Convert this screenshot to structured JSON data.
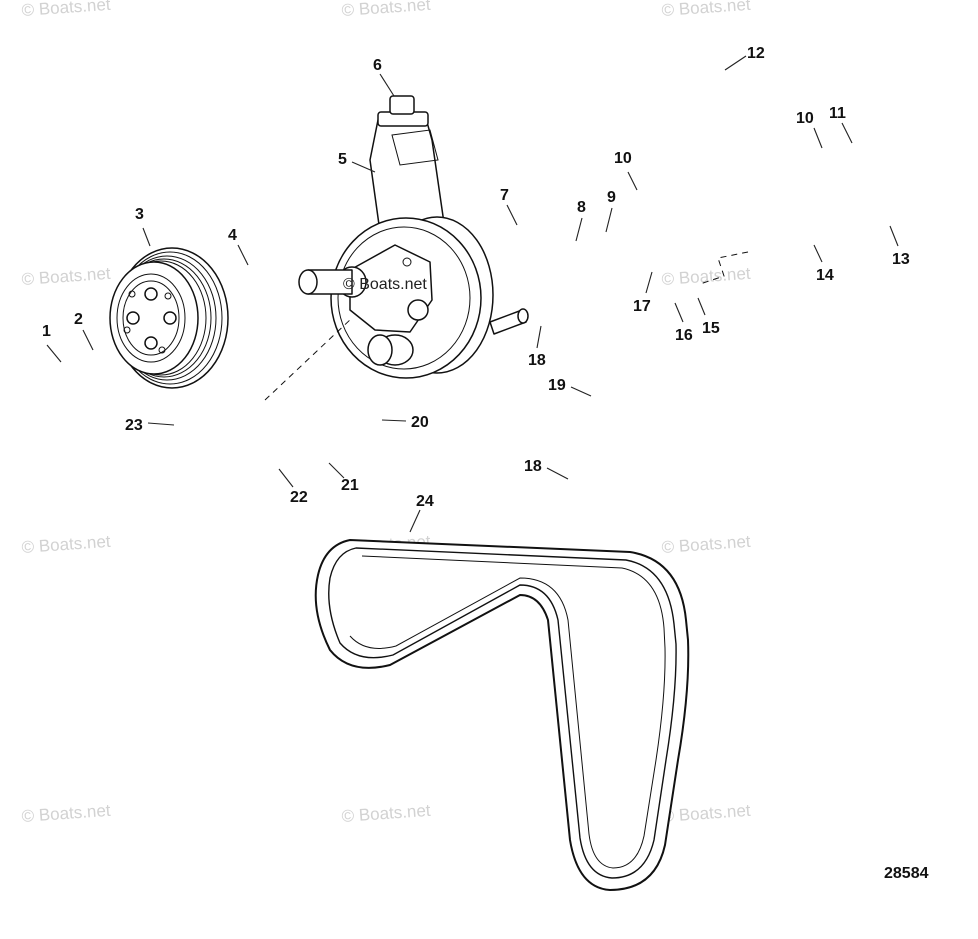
{
  "watermark": "© Boats.net",
  "pump_watermark": "© Boats.net",
  "figure_number": "28584",
  "callouts": [
    "1",
    "2",
    "3",
    "4",
    "5",
    "6",
    "7",
    "8",
    "9",
    "10",
    "10",
    "11",
    "12",
    "13",
    "14",
    "15",
    "16",
    "17",
    "18",
    "18",
    "19",
    "20",
    "21",
    "22",
    "23",
    "24"
  ],
  "parts": [
    "crankshaft-pulley",
    "power-steering-pump",
    "drive-belt"
  ]
}
